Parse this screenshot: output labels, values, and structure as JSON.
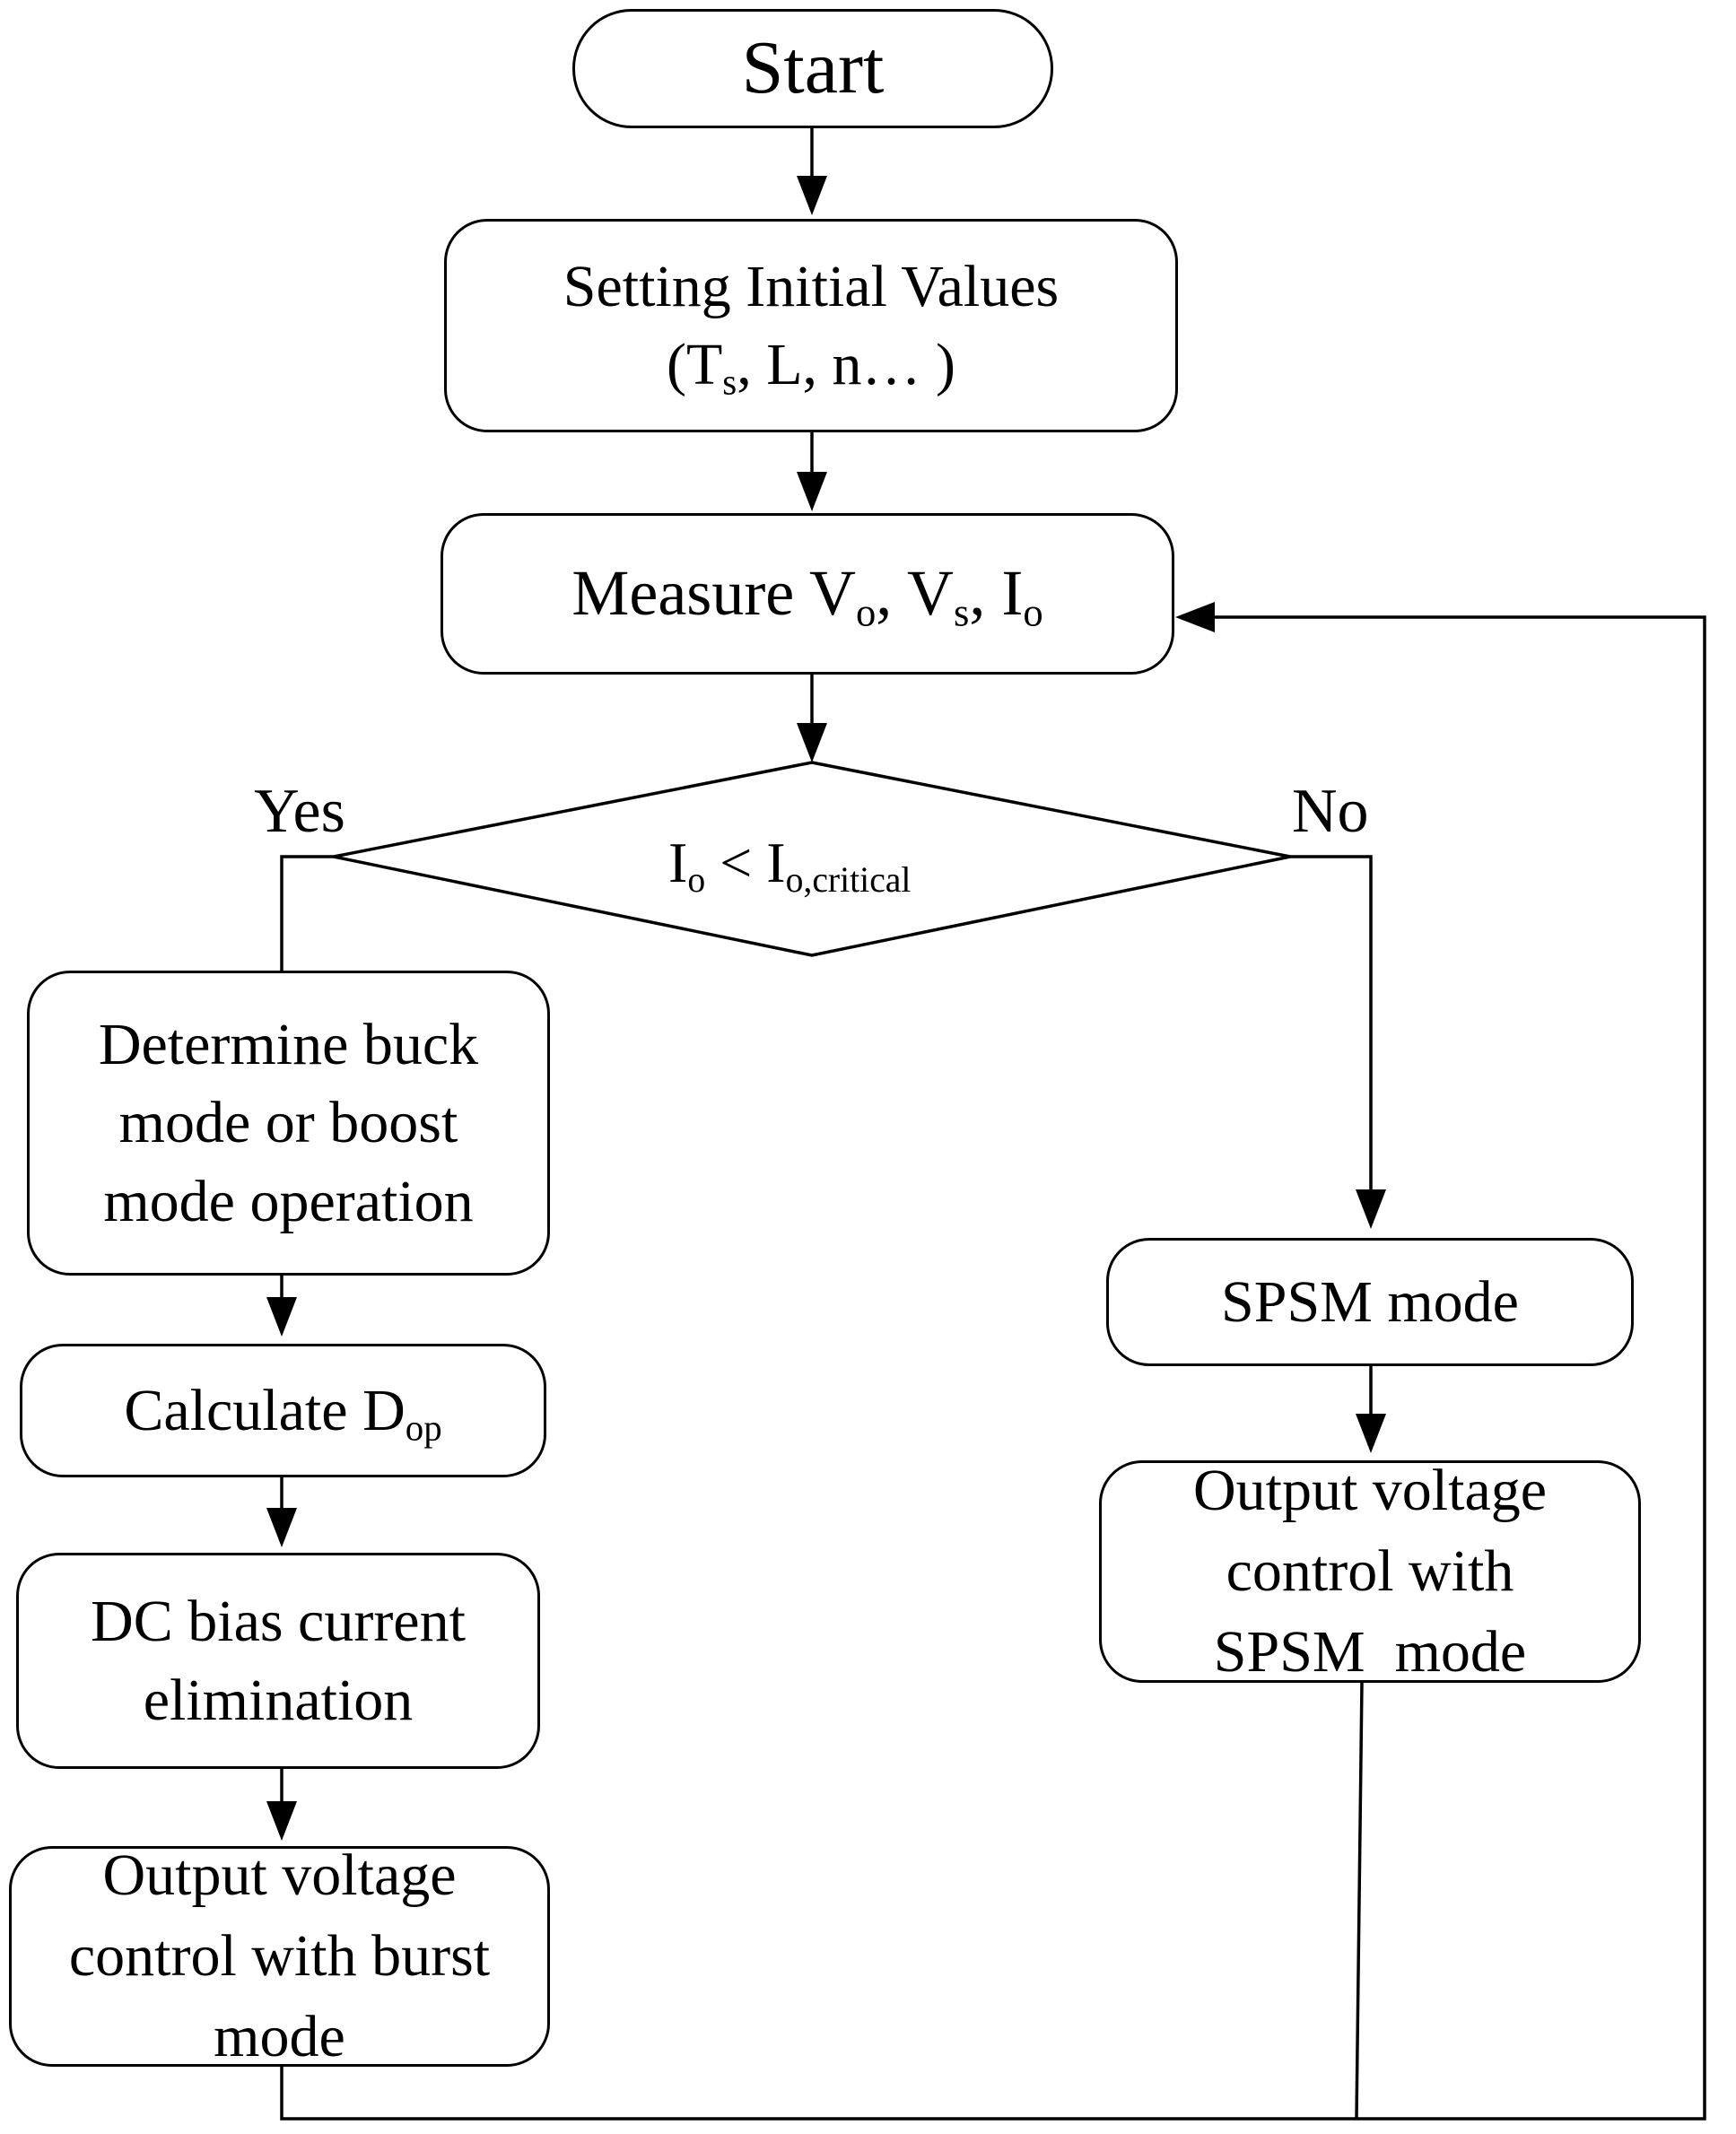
{
  "start": {
    "label": "Start"
  },
  "init": {
    "line1": "Setting Initial Values",
    "line2_open": "(T",
    "line2_sub": "s",
    "line2_rest": ", L, n… )"
  },
  "measure": {
    "prefix": "Measure V",
    "sub1": "o",
    "mid1": ", V",
    "sub2": "s",
    "mid2": ", I",
    "sub3": "o"
  },
  "decision": {
    "left": "I",
    "left_sub": "o",
    "op": " < I",
    "right_sub": "o,critical"
  },
  "yes_label": "Yes",
  "no_label": "No",
  "determine": {
    "line1": "Determine buck",
    "line2": "mode or boost",
    "line3": "mode operation"
  },
  "calculate": {
    "text": "Calculate D",
    "sub": "op"
  },
  "dcbias": {
    "line1": "DC bias current",
    "line2": "elimination"
  },
  "burst": {
    "line1": "Output voltage",
    "line2": "control with burst",
    "line3": "mode"
  },
  "spsm": {
    "text": "SPSM mode"
  },
  "spsm_output": {
    "line1": "Output voltage",
    "line2": "control with",
    "line3": "SPSM  mode"
  }
}
